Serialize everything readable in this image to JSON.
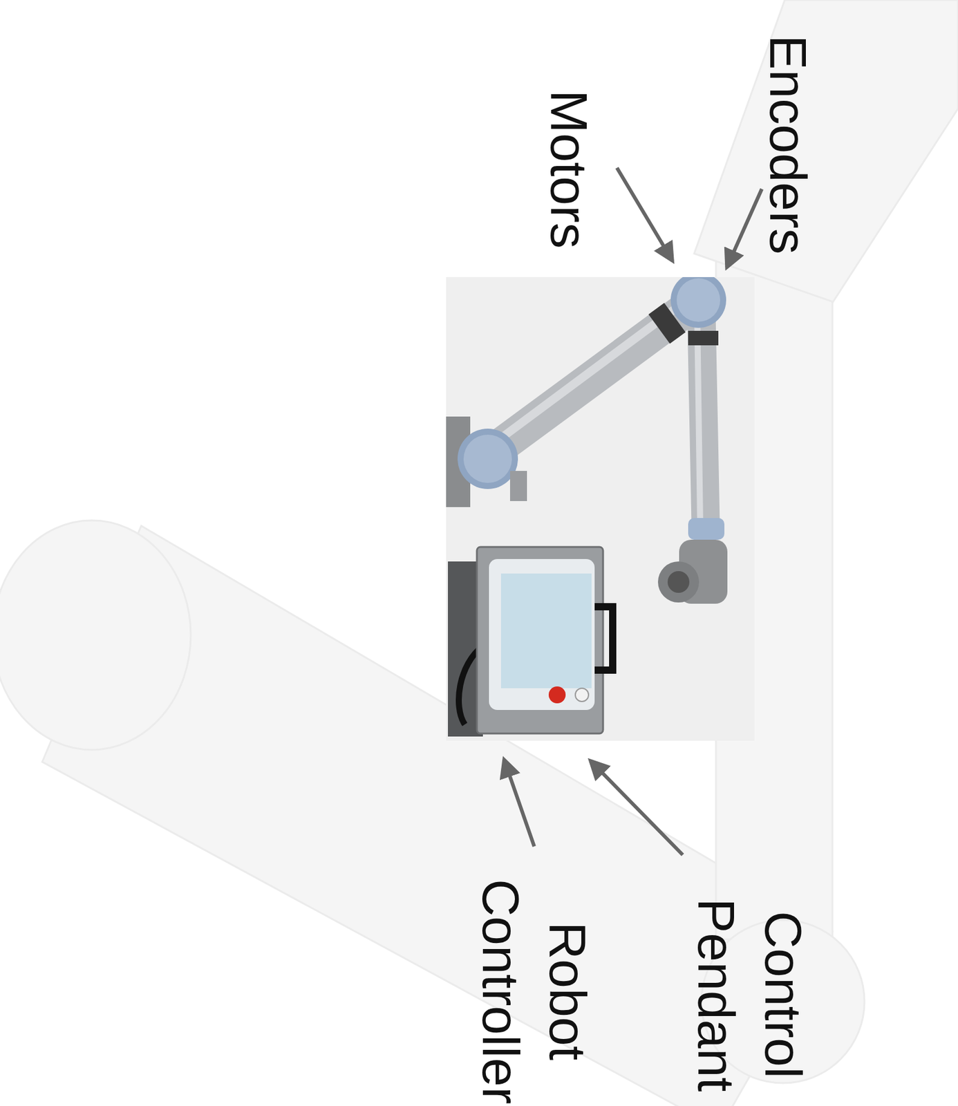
{
  "diagram": {
    "labels": [
      "Encoders",
      "Motors",
      "Control Pendant",
      "Robot Controller"
    ]
  }
}
